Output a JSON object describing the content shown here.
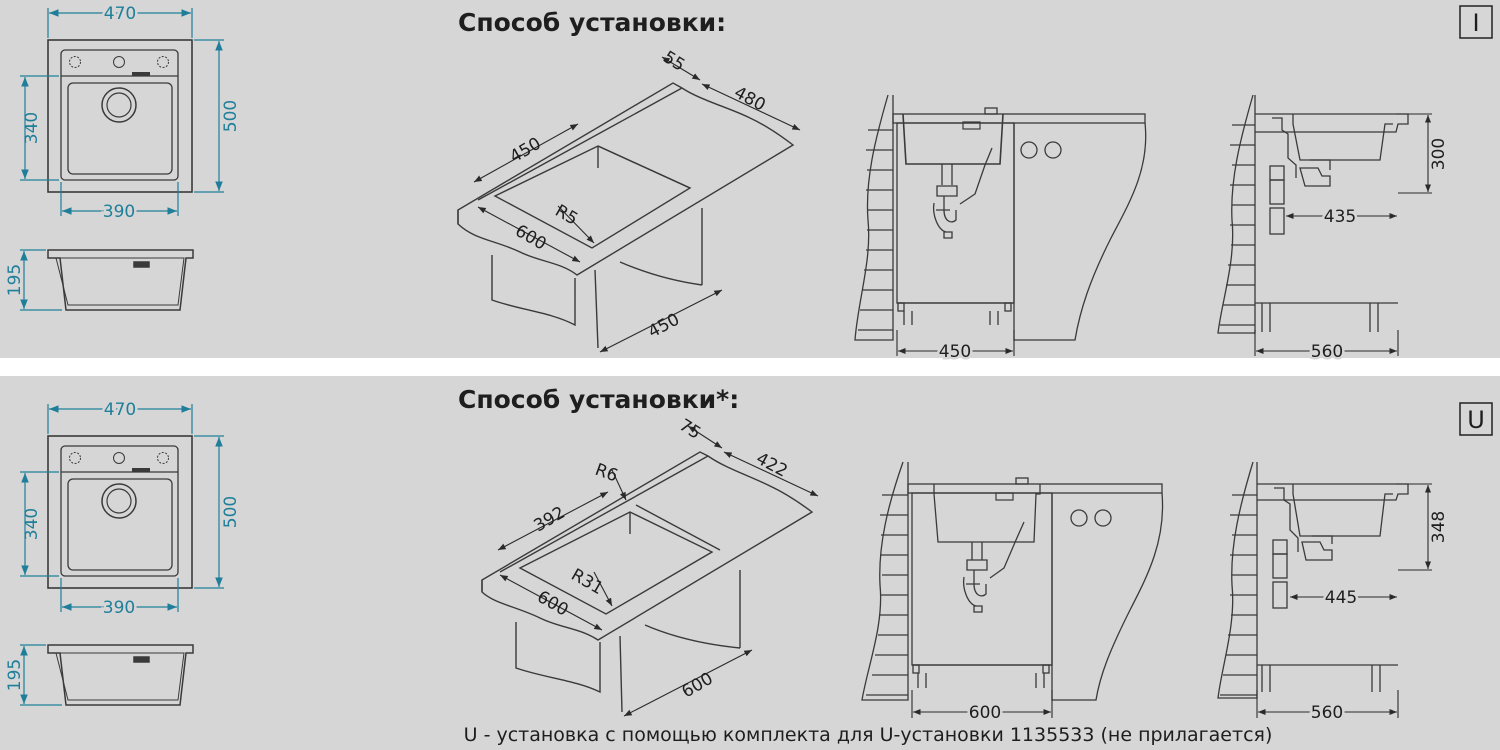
{
  "colors": {
    "background": "#d6d6d6",
    "separator": "#ffffff",
    "outline": "#3a3a3a",
    "dimension": "#1f7f9a",
    "text": "#1e1e1e"
  },
  "sections": [
    {
      "title": "Способ установки:",
      "badge": "I",
      "top_view": {
        "width_outer": "470",
        "height_outer": "500",
        "width_bowl": "390",
        "height_bowl": "340"
      },
      "side_view": {
        "depth": "195"
      },
      "iso_view": {
        "dim_a": "55",
        "dim_b": "480",
        "dim_c": "450",
        "dim_d": "600",
        "radius": "R5",
        "dim_e": "450"
      },
      "front_view": {
        "cabinet_width": "450"
      },
      "side_section": {
        "height": "300",
        "drain_distance": "435",
        "cabinet_depth": "560"
      }
    },
    {
      "title": "Способ установки*:",
      "badge": "U",
      "top_view": {
        "width_outer": "470",
        "height_outer": "500",
        "width_bowl": "390",
        "height_bowl": "340"
      },
      "side_view": {
        "depth": "195"
      },
      "iso_view": {
        "dim_a": "75",
        "dim_b": "422",
        "dim_c": "392",
        "dim_d": "600",
        "radius_a": "R6",
        "radius_b": "R31",
        "dim_e": "600"
      },
      "front_view": {
        "cabinet_width": "600"
      },
      "side_section": {
        "height": "348",
        "drain_distance": "445",
        "cabinet_depth": "560"
      }
    }
  ],
  "footnote": "U - установка с помощью комплекта для U-установки 1135533 (не прилагается)"
}
